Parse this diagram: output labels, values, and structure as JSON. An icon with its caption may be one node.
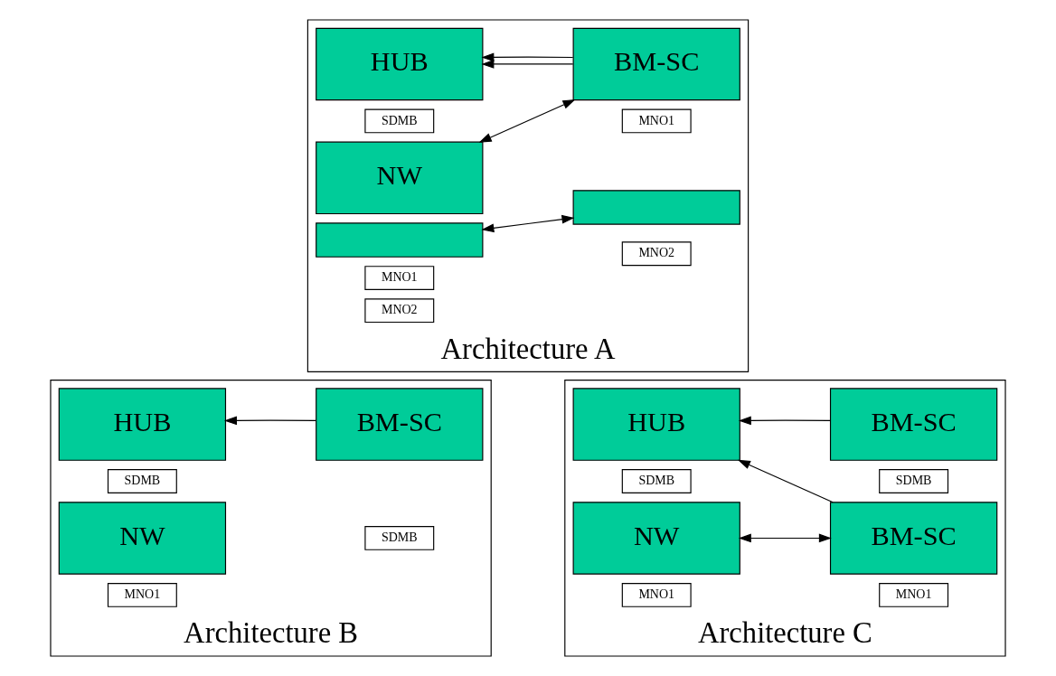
{
  "diagram": {
    "nodes": [
      {
        "text": [
          "Architecture A"
        ]
      },
      {
        "text": [
          "HUB"
        ],
        "in": 0
      },
      {
        "text": [
          "SDMB"
        ],
        "in": 0
      },
      {
        "text": [
          "NW"
        ],
        "in": 0
      },
      {
        "text": [],
        "shape": "box",
        "in": 0
      },
      {
        "text": [
          "MNO1"
        ],
        "in": 0
      },
      {
        "text": [
          "MNO2"
        ],
        "in": 0
      },
      {
        "text": [
          "BM-SC"
        ],
        "in": 0
      },
      {
        "text": [],
        "shape": "box",
        "in": 0
      },
      {
        "text": [
          "MNO1"
        ],
        "in": 0
      },
      {
        "text": [
          "MNO2"
        ],
        "in": 0
      },
      {
        "text": [
          "Architecture B"
        ]
      },
      {
        "text": [
          "HUB"
        ],
        "in": 11
      },
      {
        "text": [
          "SDMB"
        ],
        "in": 11
      },
      {
        "text": [
          "BM-SC"
        ],
        "in": 11
      },
      {
        "text": [
          "SDMB"
        ],
        "in": 11
      },
      {
        "text": [
          "NW"
        ],
        "in": 11
      },
      {
        "text": [
          "MNO1"
        ],
        "in": 11
      },
      {
        "text": [
          "Architecture C"
        ]
      },
      {
        "text": [
          "HUB"
        ],
        "in": 18
      },
      {
        "text": [
          "SDMB"
        ],
        "in": 18
      },
      {
        "text": [
          "BM-SC"
        ],
        "in": 18
      },
      {
        "text": [
          "SDMB"
        ],
        "in": 18
      },
      {
        "text": [
          "NW"
        ],
        "in": 18
      },
      {
        "text": [
          "MNO1"
        ],
        "in": 18
      },
      {
        "text": [
          "BM-SC"
        ],
        "in": 18
      },
      {
        "text": [
          "MNO1"
        ],
        "in": 18
      }
    ],
    "edges": [
      {
        "from": 7,
        "to": 1,
        "arrow": "to"
      },
      {
        "from": 7,
        "to": 1,
        "arrow": "to"
      },
      {
        "from": 3,
        "to": 7,
        "arrow": "both"
      },
      {
        "from": 4,
        "to": 8,
        "arrow": "both"
      },
      {
        "from": 14,
        "to": 12,
        "arrow": "to"
      },
      {
        "from": 21,
        "to": 19,
        "arrow": "to"
      },
      {
        "from": 25,
        "to": 19,
        "arrow": "to"
      },
      {
        "from": 23,
        "to": 25,
        "arrow": "both"
      }
    ]
  }
}
